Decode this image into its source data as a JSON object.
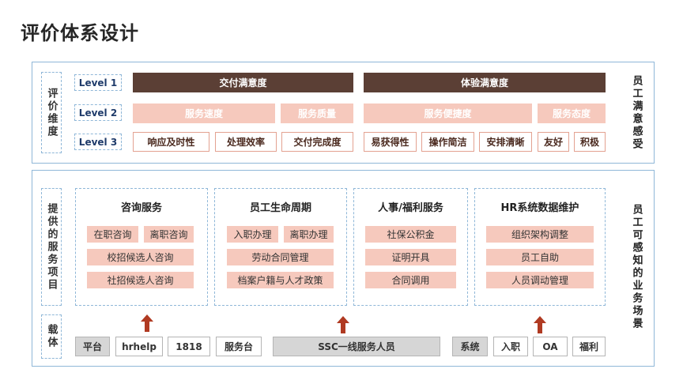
{
  "title": "评价体系设计",
  "evaluation": {
    "side_label": "评价维度",
    "right_label": "员工满意感受",
    "levels": [
      "Level 1",
      "Level 2",
      "Level 3"
    ],
    "level1": [
      "交付满意度",
      "体验满意度"
    ],
    "level2": [
      "服务速度",
      "服务质量",
      "服务便捷度",
      "服务态度"
    ],
    "level3": [
      "响应及时性",
      "处理效率",
      "交付完成度",
      "易获得性",
      "操作简洁",
      "安排清晰",
      "友好",
      "积极"
    ]
  },
  "services": {
    "side_label": "提供的服务项目",
    "right_label": "员工可感知的业务场景",
    "groups": [
      {
        "title": "咨询服务",
        "items": [
          "在职咨询",
          "离职咨询",
          "校招候选人咨询",
          "社招候选人咨询"
        ]
      },
      {
        "title": "员工生命周期",
        "items": [
          "入职办理",
          "离职办理",
          "劳动合同管理",
          "档案户籍与人才政策"
        ]
      },
      {
        "title": "人事/福利服务",
        "items": [
          "社保公积金",
          "证明开具",
          "合同调用"
        ]
      },
      {
        "title": "HR系统数据维护",
        "items": [
          "组织架构调整",
          "员工自助",
          "人员调动管理"
        ]
      }
    ]
  },
  "carrier": {
    "side_label": "载体",
    "items": [
      "平台",
      "hrhelp",
      "1818",
      "服务台",
      "SSC一线服务人员",
      "系统",
      "入职",
      "OA",
      "福利"
    ]
  },
  "colors": {
    "dark_bar": "#5b3f35",
    "pink": "#f6c9bd",
    "outline": "#e3a291",
    "border_blue": "#8fb7d8",
    "arrow": "#b03a22"
  }
}
